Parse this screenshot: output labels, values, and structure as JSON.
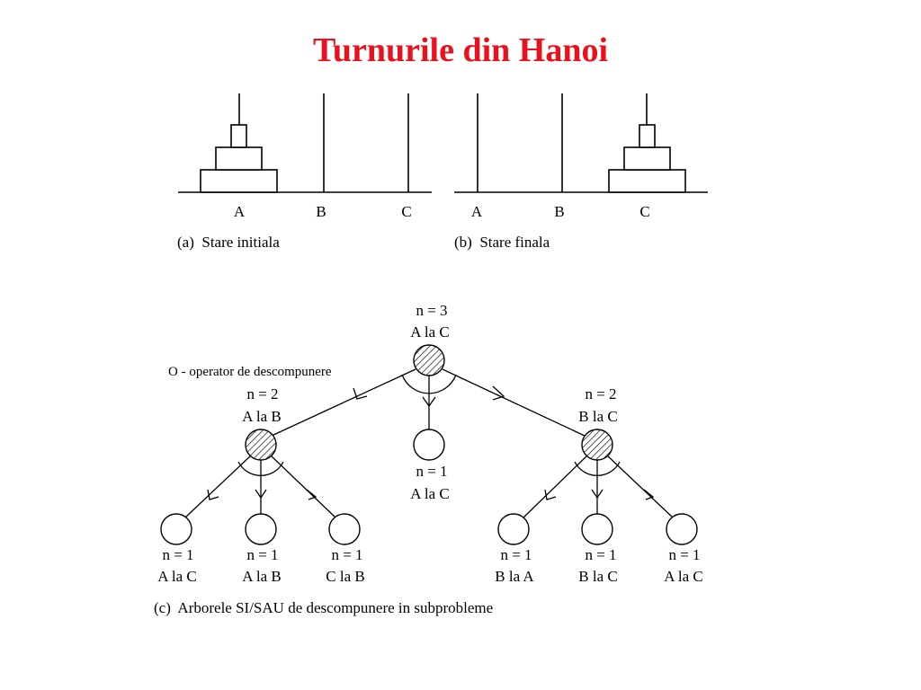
{
  "title": "Turnurile din Hanoi",
  "title_color": "#e8111c",
  "towers_initial": {
    "pegs": [
      "A",
      "B",
      "C"
    ],
    "disks_on": "A",
    "caption": "(a)  Stare initiala"
  },
  "towers_final": {
    "pegs": [
      "A",
      "B",
      "C"
    ],
    "disks_on": "C",
    "caption": "(b)  Stare finala"
  },
  "tree": {
    "operator_label": "O - operator de descompunere",
    "caption": "(c)  Arborele SI/SAU de descompunere in subprobleme",
    "root": {
      "n": "n = 3",
      "move": "A la C"
    },
    "left": {
      "n": "n = 2",
      "move": "A la B"
    },
    "middle": {
      "n": "n = 1",
      "move": "A la C"
    },
    "right": {
      "n": "n = 2",
      "move": "B la C"
    },
    "left_children": [
      {
        "n": "n = 1",
        "move": "A la C"
      },
      {
        "n": "n = 1",
        "move": "A la B"
      },
      {
        "n": "n = 1",
        "move": "C la B"
      }
    ],
    "right_children": [
      {
        "n": "n = 1",
        "move": "B la A"
      },
      {
        "n": "n = 1",
        "move": "B la C"
      },
      {
        "n": "n = 1",
        "move": "A la C"
      }
    ]
  }
}
